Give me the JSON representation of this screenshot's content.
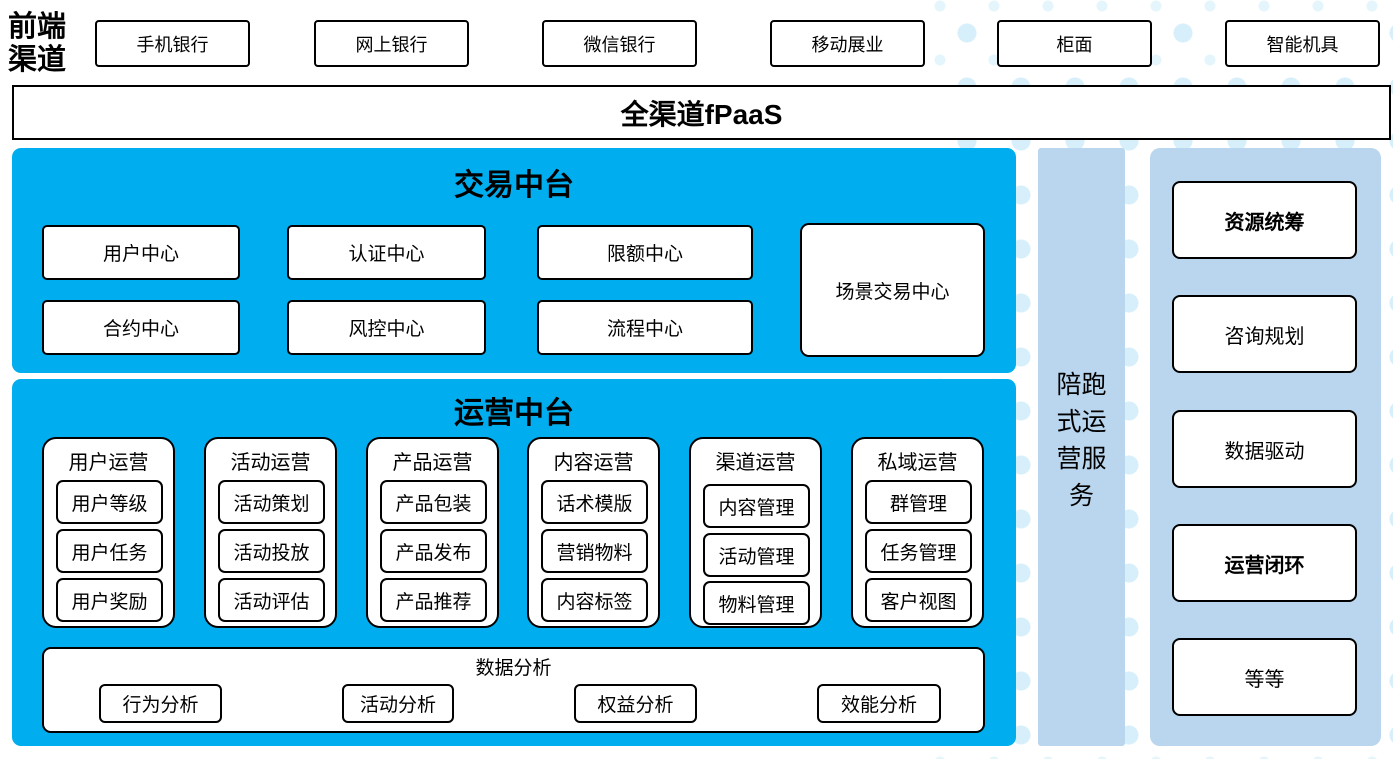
{
  "colors": {
    "accent_blue": "#00AEEF",
    "light_blue": "#B9D6EE",
    "dot_blue": "#D7EEFB"
  },
  "front_channels": {
    "label": "前端渠道",
    "label_line1": "前端",
    "label_line2": "渠道",
    "items": [
      "手机银行",
      "网上银行",
      "微信银行",
      "移动展业",
      "柜面",
      "智能机具"
    ]
  },
  "fpaas": {
    "label": "全渠道fPaaS"
  },
  "transaction_platform": {
    "title": "交易中台",
    "grid": [
      "用户中心",
      "认证中心",
      "限额中心",
      "合约中心",
      "风控中心",
      "流程中心"
    ],
    "tall_box": "场景交易中心"
  },
  "operations_platform": {
    "title": "运营中台",
    "groups": [
      {
        "label": "用户运营",
        "items": [
          "用户等级",
          "用户任务",
          "用户奖励"
        ]
      },
      {
        "label": "活动运营",
        "items": [
          "活动策划",
          "活动投放",
          "活动评估"
        ]
      },
      {
        "label": "产品运营",
        "items": [
          "产品包装",
          "产品发布",
          "产品推荐"
        ]
      },
      {
        "label": "内容运营",
        "items": [
          "话术模版",
          "营销物料",
          "内容标签"
        ]
      },
      {
        "label": "渠道运营",
        "items": [
          "内容管理",
          "活动管理",
          "物料管理"
        ]
      },
      {
        "label": "私域运营",
        "items": [
          "群管理",
          "任务管理",
          "客户视图"
        ]
      }
    ],
    "analytics": {
      "label": "数据分析",
      "items": [
        "行为分析",
        "活动分析",
        "权益分析",
        "效能分析"
      ]
    }
  },
  "side_service": {
    "label": "陪跑式运营服务",
    "lines": [
      "陪跑",
      "式运",
      "营服",
      "务"
    ]
  },
  "companion_panel": {
    "items": [
      "资源统筹",
      "咨询规划",
      "数据驱动",
      "运营闭环",
      "等等"
    ]
  }
}
